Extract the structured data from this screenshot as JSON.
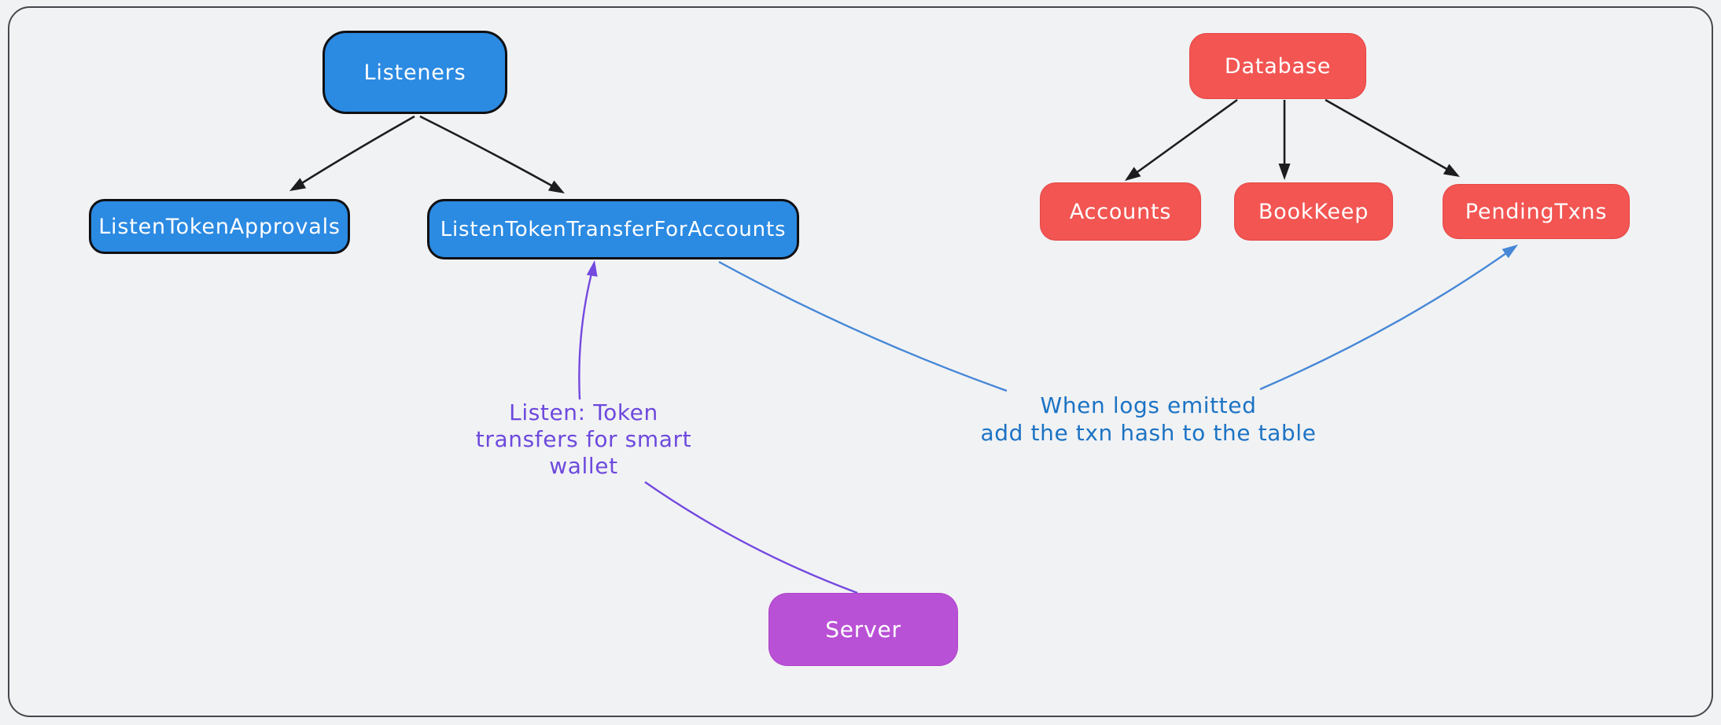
{
  "diagram": {
    "nodes": {
      "listeners": {
        "label": "Listeners",
        "color": "#2b8ae2"
      },
      "approvals": {
        "label": "ListenTokenApprovals",
        "color": "#2b8ae2"
      },
      "transfer": {
        "label": "ListenTokenTransferForAccounts",
        "color": "#2b8ae2"
      },
      "database": {
        "label": "Database",
        "color": "#f25552"
      },
      "accounts": {
        "label": "Accounts",
        "color": "#f25552"
      },
      "bookkeep": {
        "label": "BookKeep",
        "color": "#f25552"
      },
      "pendingtxns": {
        "label": "PendingTxns",
        "color": "#f25552"
      },
      "server": {
        "label": "Server",
        "color": "#b951d6"
      }
    },
    "annotations": {
      "listen_note": {
        "lines": [
          "Listen: Token",
          "transfers for smart",
          "wallet"
        ],
        "color": "#6d49dd"
      },
      "logs_note": {
        "lines": [
          "When logs emitted",
          "add the txn hash to the table"
        ],
        "color": "#1c73c4"
      }
    },
    "edges": [
      {
        "from": "listeners",
        "to": "approvals",
        "color": "#1d1d20",
        "arrowhead": "end"
      },
      {
        "from": "listeners",
        "to": "transfer",
        "color": "#1d1d20",
        "arrowhead": "end"
      },
      {
        "from": "database",
        "to": "accounts",
        "color": "#1d1d20",
        "arrowhead": "end"
      },
      {
        "from": "database",
        "to": "bookkeep",
        "color": "#1d1d20",
        "arrowhead": "end"
      },
      {
        "from": "database",
        "to": "pendingtxns",
        "color": "#1d1d20",
        "arrowhead": "end"
      },
      {
        "from": "transfer",
        "to": "logs_note",
        "color": "#4687d7",
        "arrowhead": "none"
      },
      {
        "from": "logs_note",
        "to": "pendingtxns",
        "color": "#4687d7",
        "arrowhead": "end"
      },
      {
        "from": "listen_note",
        "to": "transfer",
        "color": "#7449e0",
        "arrowhead": "end"
      },
      {
        "from": "listen_note",
        "to": "server",
        "color": "#7449e0",
        "arrowhead": "none"
      }
    ],
    "colors": {
      "background": "#f1f2f4",
      "frame_border": "#46484d",
      "node_text": "#ffffff",
      "blue_node_border": "#101013",
      "black_arrow": "#1d1d20",
      "blue_arrow": "#4687d7",
      "purple_arrow": "#7449e0"
    }
  }
}
